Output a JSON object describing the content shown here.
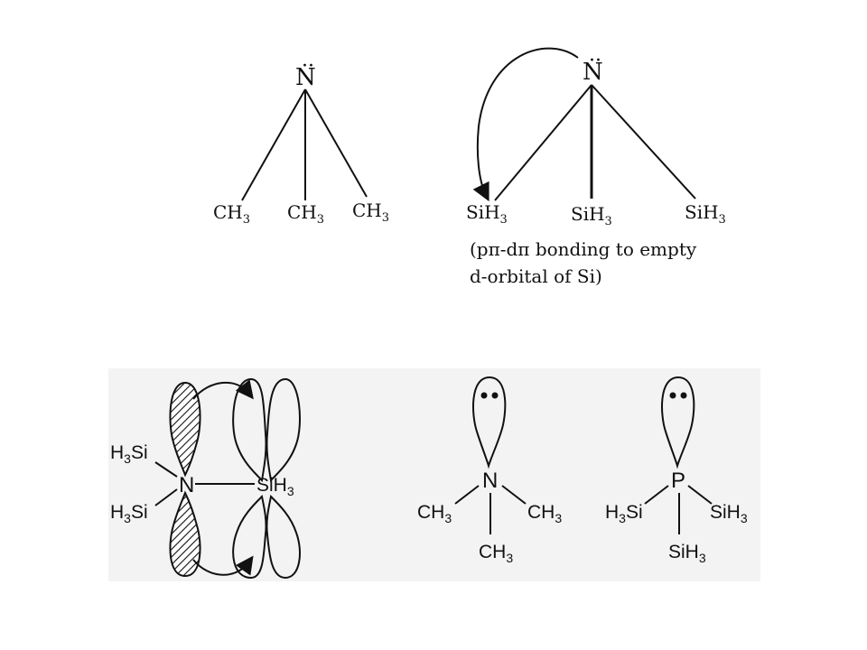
{
  "top_left": {
    "center_atom": "N",
    "lone_pair_dots": "··",
    "substituents": [
      "CH",
      "CH",
      "CH"
    ],
    "subscript": "3"
  },
  "top_right": {
    "center_atom": "N",
    "lone_pair_dots": "··",
    "substituents": [
      "SiH",
      "SiH",
      "SiH"
    ],
    "subscript": "3",
    "note_line1": "(pπ-dπ bonding to empty",
    "note_line2": "d-orbital of Si)"
  },
  "bottom_left": {
    "center_atom": "N",
    "left_groups": [
      "H",
      "H"
    ],
    "left_groups_tail": "Si",
    "right_group": "SiH",
    "subscript": "3"
  },
  "bottom_middle": {
    "center_atom": "N",
    "groups_left": "CH",
    "groups_right": "CH",
    "groups_bottom": "CH",
    "subscript": "3"
  },
  "bottom_right": {
    "center_atom": "P",
    "group_left_a": "H",
    "group_left_b": "Si",
    "group_right": "SiH",
    "group_bottom": "SiH",
    "subscript": "3"
  },
  "colors": {
    "ink": "#111111",
    "panel_bg": "#f2f2f2"
  }
}
